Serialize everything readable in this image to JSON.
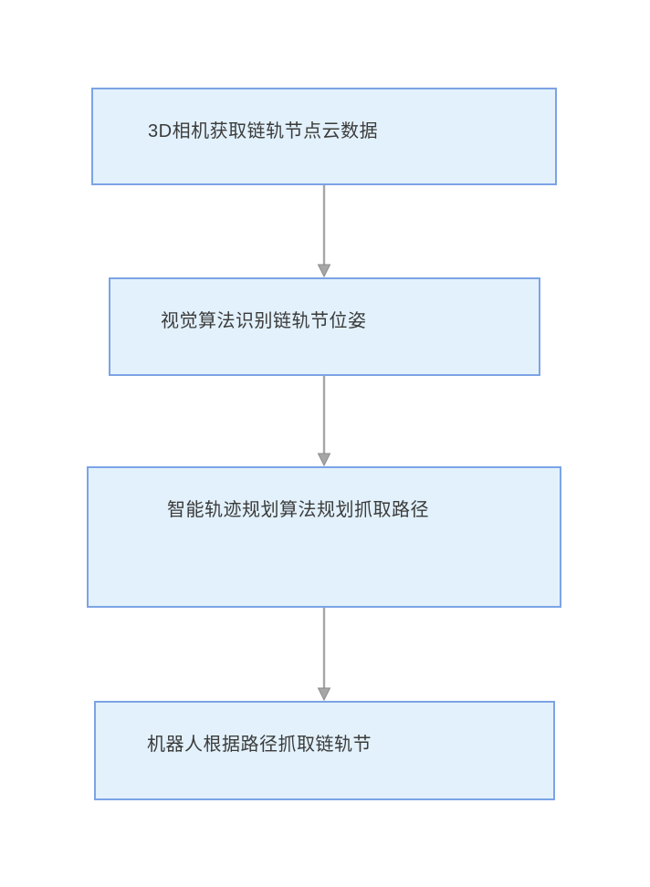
{
  "diagram": {
    "type": "flowchart",
    "direction": "top-down",
    "nodes": [
      {
        "id": 1,
        "label": "3D相机获取链轨节点云数据"
      },
      {
        "id": 2,
        "label": "视觉算法识别链轨节位姿"
      },
      {
        "id": 3,
        "label": "智能轨迹规划算法规划抓取路径"
      },
      {
        "id": 4,
        "label": "机器人根据路径抓取链轨节"
      }
    ],
    "edges": [
      {
        "from": 1,
        "to": 2
      },
      {
        "from": 2,
        "to": 3
      },
      {
        "from": 3,
        "to": 4
      }
    ],
    "colors": {
      "background": "#FFFFFF",
      "node_fill": "#E2F1FB",
      "node_border": "#7CA3E6",
      "text": "#3B3B3B",
      "arrow": "#A6A6A6"
    }
  }
}
